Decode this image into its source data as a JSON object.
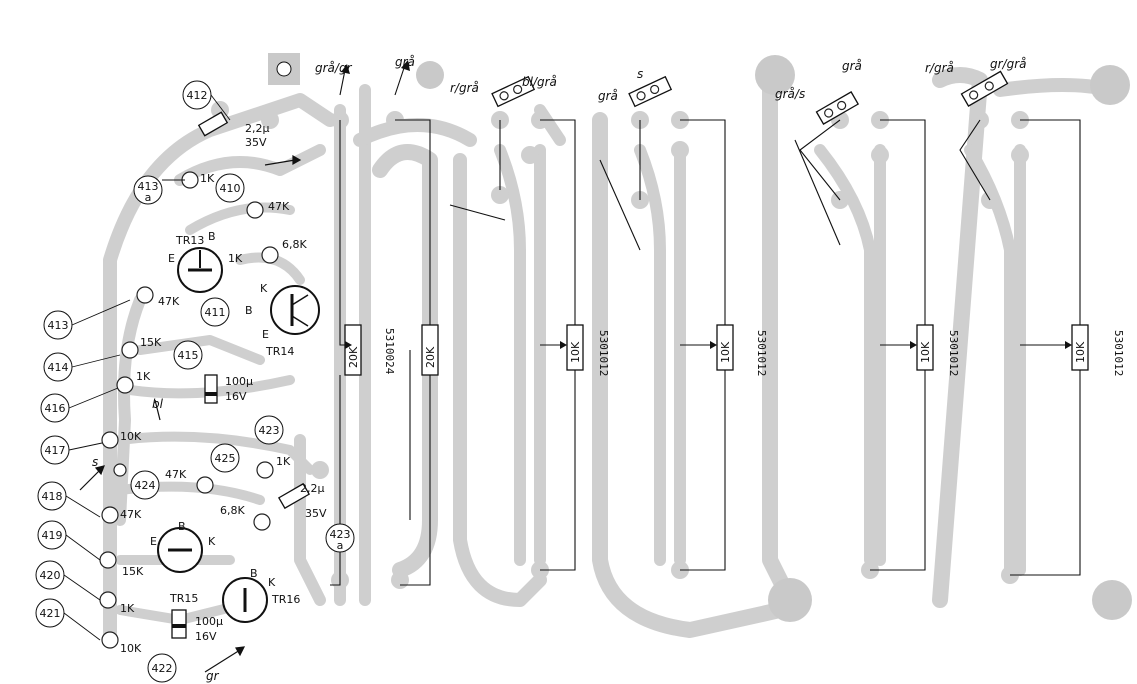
{
  "wire_colors": [
    "grå/gr",
    "grå",
    "r/grå",
    "bl/grå",
    "s",
    "grå",
    "grå",
    "grå/s",
    "r/grå",
    "gr/grå"
  ],
  "refs": [
    "412",
    "413",
    "410",
    "411",
    "413",
    "414",
    "415",
    "416",
    "417",
    "418",
    "419",
    "420",
    "421",
    "422",
    "423",
    "424",
    "425",
    "423"
  ],
  "ref_sub": [
    "a",
    "a"
  ],
  "components": {
    "c412": "2,2µ",
    "c412v": "35V",
    "r_1k_a": "1K",
    "r_47k_a": "47K",
    "r_68k_a": "6,8K",
    "tr13": "TR13",
    "tr13_b": "B",
    "tr13_e": "E",
    "tr13_k": "1K",
    "tr14": "TR14",
    "tr14_k": "K",
    "tr14_b": "B",
    "tr14_e": "E",
    "r_47k_b": "47K",
    "r_15k": "15K",
    "r_1k_b": "1K",
    "c415": "100µ",
    "c415v": "16V",
    "w_bl": "bl",
    "r_10k_a": "10K",
    "w_s": "s",
    "r_47k_c": "47K",
    "r_47k_d": "47K",
    "c425": "2,2µ",
    "c425v": "35V",
    "r_1k_c": "1K",
    "r_68k_b": "6,8K",
    "tr15_b": "B",
    "tr15_e": "E",
    "tr15_k": "K",
    "r_15k_b": "15K",
    "tr15": "TR15",
    "r_1k_d": "1K",
    "c422": "100µ",
    "c422v": "16V",
    "r_10k_b": "10K",
    "tr16": "TR16",
    "tr16_b": "B",
    "tr16_k": "K",
    "w_gr": "gr",
    "r20k_a": "20K",
    "r20k_b": "20K",
    "r10k_1": "10K",
    "r10k_2": "10K",
    "r10k_3": "10K",
    "r10k_4": "10K"
  },
  "part_numbers": [
    "5310024",
    "5301012",
    "5301012",
    "5301012",
    "5301012"
  ]
}
